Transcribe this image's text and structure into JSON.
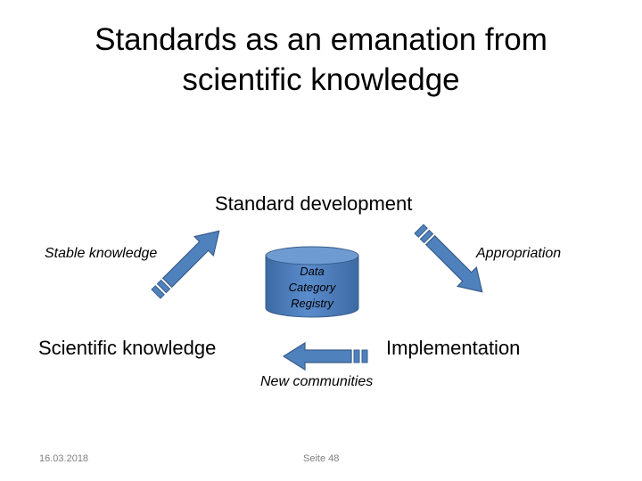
{
  "title": {
    "line1": "Standards as an emanation from",
    "line2": "scientific knowledge"
  },
  "nodes": {
    "standard_development": "Standard development",
    "scientific_knowledge": "Scientific knowledge",
    "implementation": "Implementation"
  },
  "edges": {
    "stable_knowledge": "Stable knowledge",
    "appropriation": "Appropriation",
    "new_communities": "New communities"
  },
  "registry": {
    "line1": "Data",
    "line2": "Category",
    "line3": "Registry"
  },
  "footer": {
    "date": "16.03.2018",
    "page": "Seite 48"
  },
  "colors": {
    "arrow_fill": "#4f81bd",
    "arrow_stroke": "#385d8a",
    "cylinder_fill": "#4f81bd"
  }
}
